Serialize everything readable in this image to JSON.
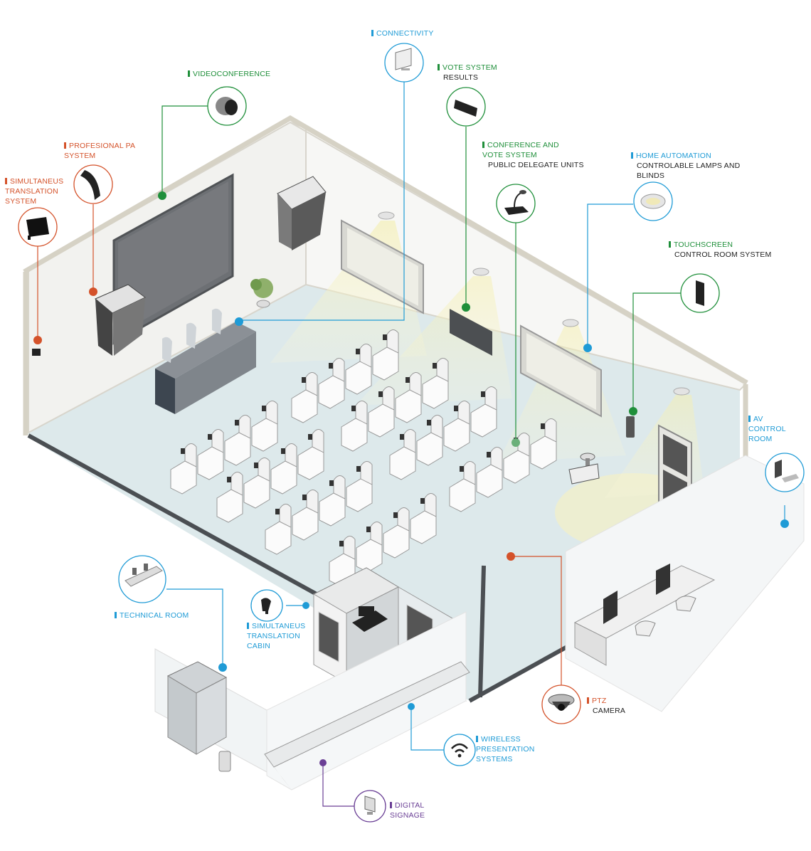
{
  "colors": {
    "blue": "#1f9bd6",
    "green": "#1f8f3a",
    "orange": "#d4522a",
    "purple": "#6a3f95",
    "floor": "#dbe8ea",
    "wall": "#d9d6cc",
    "light_cone": "#f6f3c8"
  },
  "labels": {
    "connectivity": {
      "title": "CONNECTIVITY",
      "icon": "monitor-icon"
    },
    "videoconference": {
      "title": "VIDEOCONFERENCE",
      "icon": "camera-lens-icon"
    },
    "vote_system": {
      "title": "VOTE SYSTEM",
      "sub": "RESULTS",
      "icon": "display-panel-icon"
    },
    "conference_vote": {
      "title": "CONFERENCE AND VOTE SYSTEM",
      "sub": "PUBLIC DELEGATE UNITS",
      "icon": "delegate-microphone-icon"
    },
    "home_automation": {
      "title": "HOME AUTOMATION",
      "sub": "CONTROLABLE LAMPS AND BLINDS",
      "icon": "ceiling-lamp-icon"
    },
    "touchscreen": {
      "title": "TOUCHSCREEN",
      "sub": "CONTROL ROOM SYSTEM",
      "icon": "touch-panel-icon"
    },
    "pa_system": {
      "title": "PROFESIONAL PA SYSTEM",
      "icon": "line-array-speaker-icon"
    },
    "simultaneous_translation_system": {
      "title": "SIMULTANEUS TRANSLATION SYSTEM",
      "icon": "infrared-radiator-icon"
    },
    "av_control_room": {
      "title": "AV CONTROL ROOM",
      "icon": "computer-workstation-icon"
    },
    "technical_room": {
      "title": "TECHNICAL ROOM",
      "icon": "equipment-rack-icon"
    },
    "translation_cabin": {
      "title": "SIMULTANEUS TRANSLATION CABIN",
      "icon": "interpreter-headset-icon"
    },
    "ptz_camera": {
      "title": "PTZ",
      "sub": "CAMERA",
      "icon": "dome-camera-icon"
    },
    "wireless_presentation": {
      "title": "WIRELESS PRESENTATION SYSTEMS",
      "icon": "wifi-icon"
    },
    "digital_signage": {
      "title": "DIGITAL SIGNAGE",
      "icon": "kiosk-display-icon"
    }
  }
}
